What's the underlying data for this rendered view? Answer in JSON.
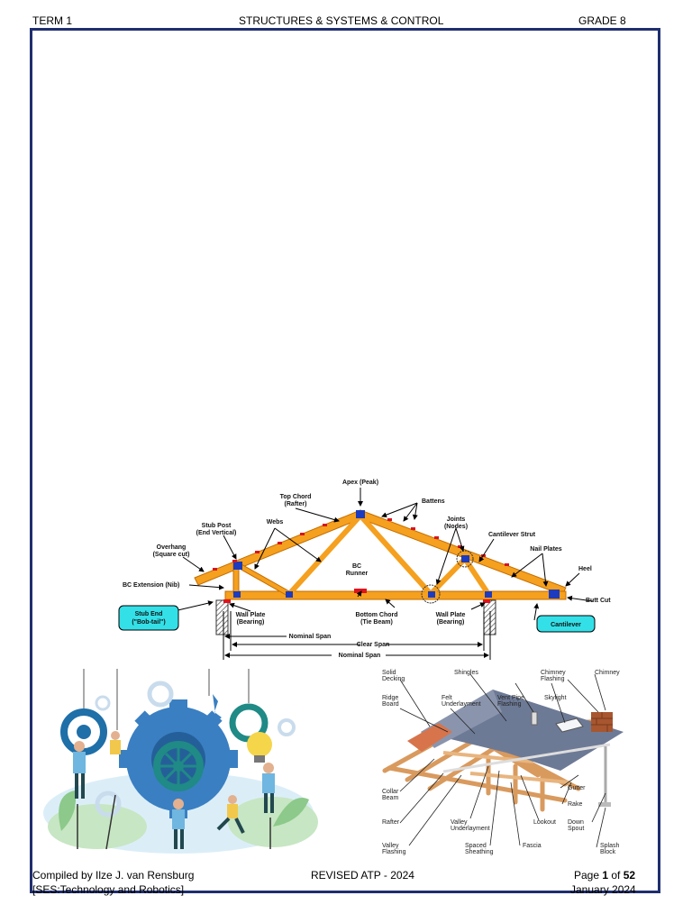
{
  "header": {
    "left": "TERM 1",
    "center": "STRUCTURES & SYSTEMS & CONTROL",
    "right": "GRADE 8"
  },
  "truss_diagram": {
    "labels": {
      "apex": "Apex (Peak)",
      "top_chord": "Top Chord",
      "top_chord_sub": "(Rafter)",
      "battens": "Battens",
      "webs": "Webs",
      "joints": "Joints",
      "joints_sub": "(Nodes)",
      "cantilever_strut": "Cantilever Strut",
      "stub_post": "Stub Post",
      "stub_post_sub": "(End Vertical)",
      "nail_plates": "Nail Plates",
      "overhang": "Overhang",
      "overhang_sub": "(Square cut)",
      "bc_runner": "BC",
      "bc_runner_sub": "Runner",
      "heel": "Heel",
      "bc_extension": "BC Extension (Nib)",
      "butt_cut": "Butt Cut",
      "stub_end": "Stub End",
      "stub_end_sub": "(\"Bob-tail\")",
      "wall_plate_left": "Wall Plate",
      "wall_plate_left_sub": "(Bearing)",
      "bottom_chord": "Bottom Chord",
      "bottom_chord_sub": "(Tie Beam)",
      "wall_plate_right": "Wall Plate",
      "wall_plate_right_sub": "(Bearing)",
      "cantilever": "Cantilever",
      "nominal_span_top": "Nominal Span",
      "clear_span": "Clear Span",
      "nominal_span_bottom": "Nominal Span"
    }
  },
  "roof_diagram": {
    "labels": {
      "solid_decking": "Solid",
      "solid_decking_2": "Decking",
      "shingles": "Shingles",
      "chimney_flashing": "Chimney",
      "chimney_flashing_2": "Flashing",
      "chimney": "Chimney",
      "ridge_board": "Ridge",
      "ridge_board_2": "Board",
      "felt_underlayment": "Felt",
      "felt_underlayment_2": "Underlayment",
      "vent_pipe_flashing": "Vent Pipe",
      "vent_pipe_flashing_2": "Flashing",
      "skylight": "Skylight",
      "collar_beam": "Collar",
      "collar_beam_2": "Beam",
      "gutter": "Gutter",
      "rake": "Rake",
      "rafter": "Rafter",
      "lookout": "Lookout",
      "down_spout": "Down",
      "down_spout_2": "Spout",
      "valley_underlayment": "Valley",
      "valley_underlayment_2": "Underlayment",
      "valley_flashing": "Valley",
      "valley_flashing_2": "Flashing",
      "spaced_sheathing": "Spaced",
      "spaced_sheathing_2": "Sheathing",
      "fascia": "Fascia",
      "splash_block": "Splash",
      "splash_block_2": "Block"
    }
  },
  "footer": {
    "left_line1": "Compiled by Ilze J. van Rensburg",
    "left_line2": "[SES:Technology and Robotics]",
    "center": "REVISED ATP - 2024",
    "page_prefix": "Page ",
    "page_num": "1",
    "page_of": " of ",
    "page_total": "52",
    "date": "January 2024"
  },
  "colors": {
    "frame": "#1f2e6e",
    "timber": "#f5a01e",
    "timber_edge": "#c46d00",
    "plate": "#1d3bbd",
    "callout": "#33e0e8"
  }
}
